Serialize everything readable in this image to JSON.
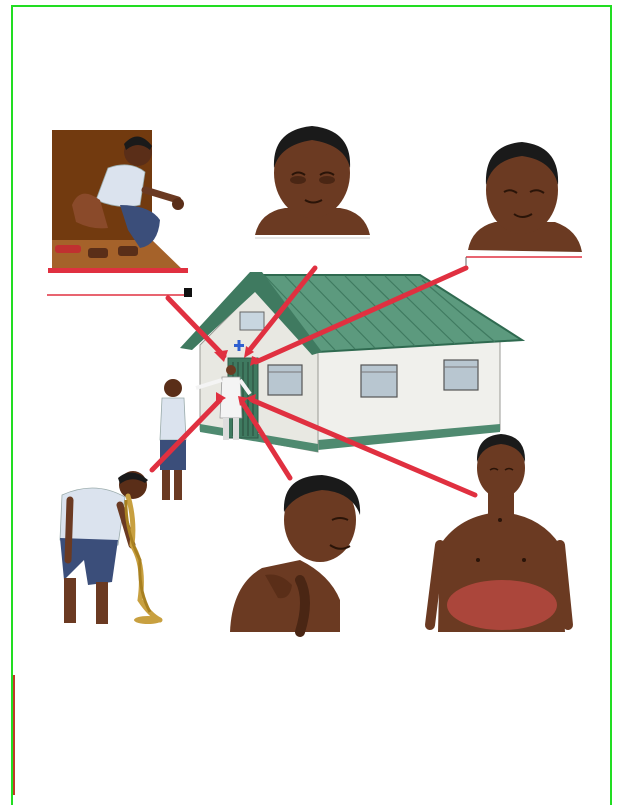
{
  "frame": {
    "border_color": "#22dd22",
    "background": "#ffffff"
  },
  "colors": {
    "arrow": "#e03040",
    "roof": "#4f8a70",
    "roof_dark": "#2f6a50",
    "wall": "#f2f2ee",
    "wall_shadow": "#d8d8d2",
    "skin": "#6b3a22",
    "skin_dark": "#4a2614",
    "hair": "#1a1a1a",
    "shirt": "#c9d9ea",
    "trousers": "#3b4e7a",
    "floor": "#7a3f12",
    "vomit": "#c8a040",
    "belly_pain": "#e05050"
  },
  "illustration": {
    "center": "health-clinic-building",
    "symptoms": [
      "diarrhoea-squatting-figure",
      "sunken-eyes-face",
      "weak-face",
      "vomiting-figure",
      "neck-shoulder-pain-figure",
      "abdominal-pain-figure"
    ]
  }
}
